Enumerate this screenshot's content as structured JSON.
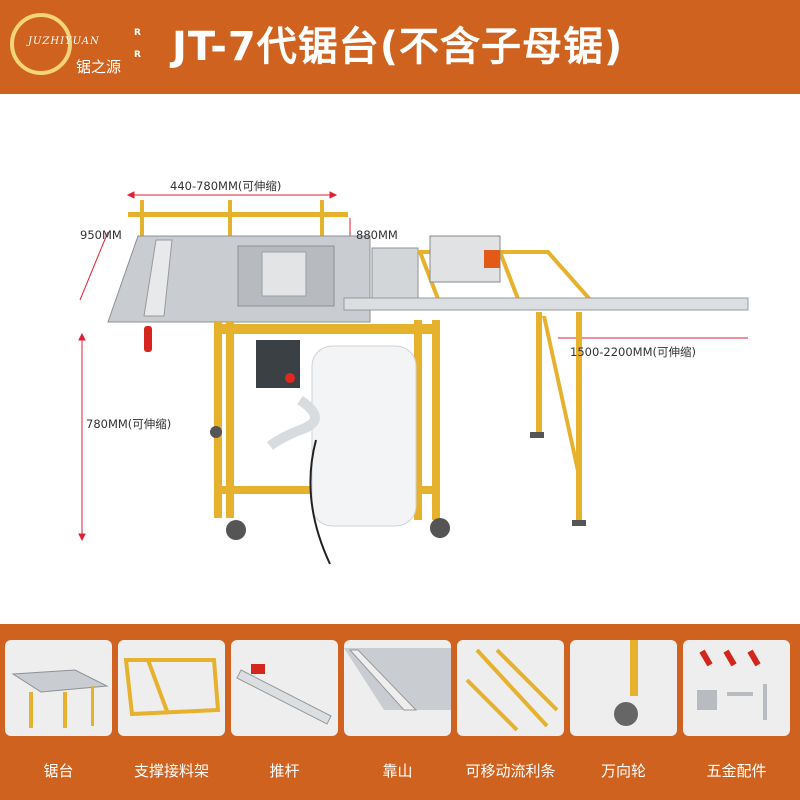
{
  "header": {
    "logo_text_en": "JUZHIYUAN",
    "logo_text_cn": "锯之源",
    "logo_mark_1": "R",
    "logo_mark_2": "R",
    "title": "JT-7代锯台(不含子母锯)"
  },
  "dimensions": {
    "top_width": "440-780MM(可伸缩)",
    "left_depth": "950MM",
    "right_depth": "880MM",
    "rail_length": "1500-2200MM(可伸缩)",
    "height": "780MM(可伸缩)"
  },
  "thumbnails": [
    {
      "label": "锯台",
      "icon": "saw-table-icon"
    },
    {
      "label": "支撑接料架",
      "icon": "support-frame-icon"
    },
    {
      "label": "推杆",
      "icon": "push-rod-icon"
    },
    {
      "label": "靠山",
      "icon": "fence-icon"
    },
    {
      "label": "可移动流利条",
      "icon": "roller-rack-icon"
    },
    {
      "label": "万向轮",
      "icon": "caster-wheel-icon"
    },
    {
      "label": "五金配件",
      "icon": "hardware-icon"
    }
  ],
  "colors": {
    "brand_orange": "#d0621f",
    "frame_yellow": "#e6b22e",
    "table_gray": "#c9ccd0"
  }
}
